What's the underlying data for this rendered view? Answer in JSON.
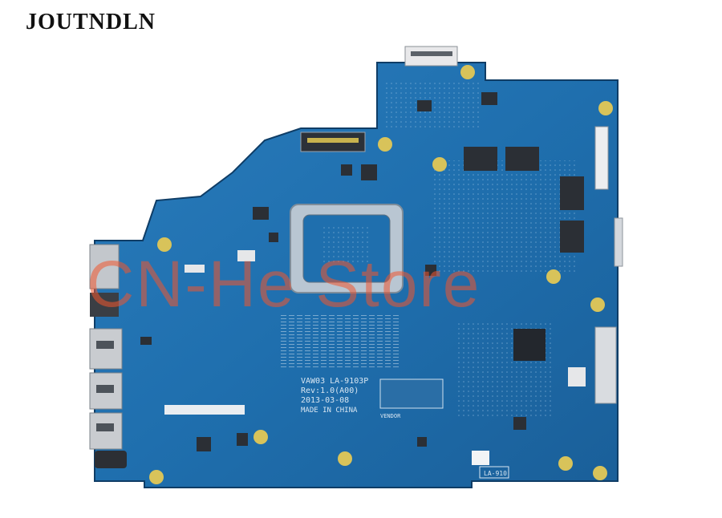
{
  "brand": {
    "title": "JOUTNDLN"
  },
  "watermark": {
    "text": "CN-He Store"
  },
  "board": {
    "model": "VAW03  LA-9103P",
    "rev": "Rev:1.0(A00)",
    "date": "2013-03-08",
    "origin": "MADE IN CHINA",
    "corner_label": "LA-910",
    "vendor_label": "VENDOR"
  },
  "colors": {
    "pcb": "#1f6fae",
    "pcb_dark": "#16558a",
    "heatsink": "#a9b7c4",
    "gold": "#d8c35a",
    "port": "#c9ccd0"
  }
}
